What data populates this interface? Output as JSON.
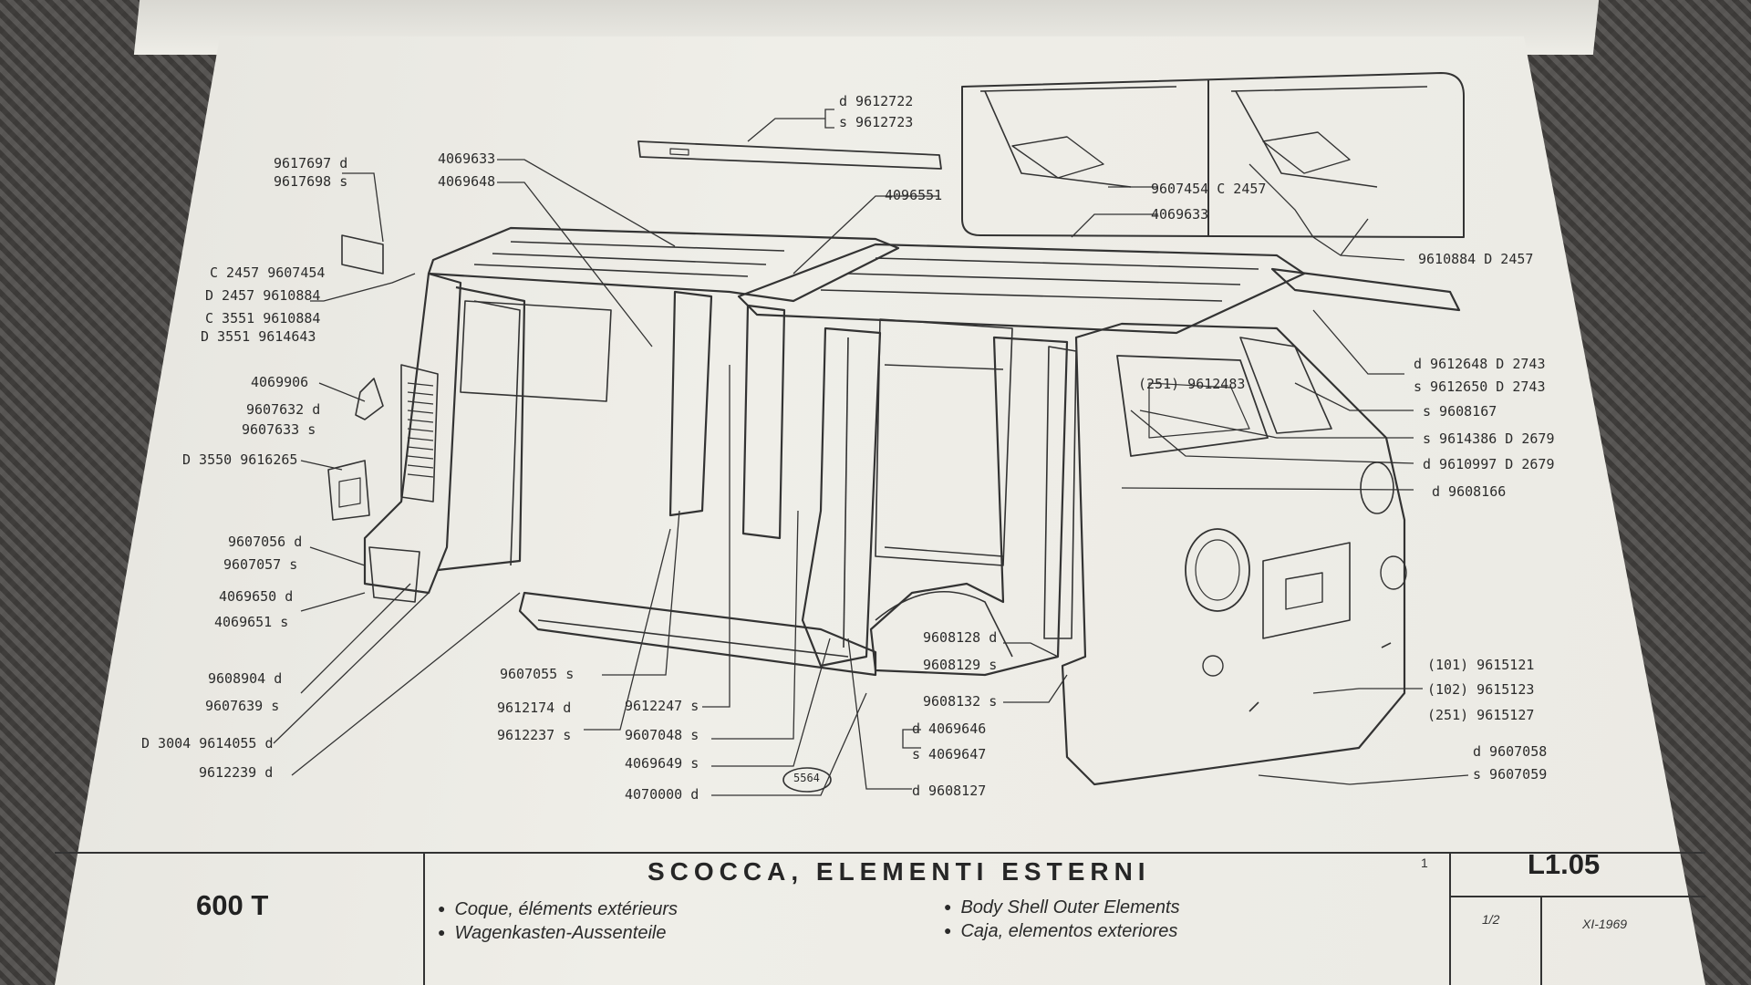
{
  "title_block": {
    "model": "600 T",
    "title": "SCOCCA, ELEMENTI ESTERNI",
    "sheet_code": "L1.05",
    "sheet_marker": "1",
    "page": "1/2",
    "date": "XI-1969",
    "subtitles": {
      "fr": "Coque, éléments extérieurs",
      "de": "Wagenkasten-Aussenteile",
      "en": "Body Shell Outer Elements",
      "es": "Caja, elementos exteriores"
    }
  },
  "drawing_number": "5564",
  "parts": [
    {
      "id": "p1",
      "text": "d  9612722"
    },
    {
      "id": "p2",
      "text": "s  9612723"
    },
    {
      "id": "p3",
      "text": "9617697  d"
    },
    {
      "id": "p4",
      "text": "9617698  s"
    },
    {
      "id": "p5",
      "text": "4069633"
    },
    {
      "id": "p6",
      "text": "4069648"
    },
    {
      "id": "p7",
      "text": "4096551"
    },
    {
      "id": "p8",
      "text": "C 2457  9607454"
    },
    {
      "id": "p9",
      "text": "D 2457  9610884"
    },
    {
      "id": "p10",
      "text": "C 3551  9610884"
    },
    {
      "id": "p11",
      "text": "D 3551  9614643"
    },
    {
      "id": "p12",
      "text": "4069906"
    },
    {
      "id": "p13",
      "text": "9607632  d"
    },
    {
      "id": "p14",
      "text": "9607633  s"
    },
    {
      "id": "p15",
      "text": "D 3550  9616265"
    },
    {
      "id": "p16",
      "text": "9607056  d"
    },
    {
      "id": "p17",
      "text": "9607057  s"
    },
    {
      "id": "p18",
      "text": "4069650  d"
    },
    {
      "id": "p19",
      "text": "4069651  s"
    },
    {
      "id": "p20",
      "text": "9608904  d"
    },
    {
      "id": "p21",
      "text": "9607639  s"
    },
    {
      "id": "p22",
      "text": "D 3004  9614055  d"
    },
    {
      "id": "p23",
      "text": "9612239  d"
    },
    {
      "id": "p24",
      "text": "9607055  s"
    },
    {
      "id": "p25",
      "text": "9612174  d"
    },
    {
      "id": "p26",
      "text": "9612237  s"
    },
    {
      "id": "p27",
      "text": "9612247  s"
    },
    {
      "id": "p28",
      "text": "9607048  s"
    },
    {
      "id": "p29",
      "text": "4069649  s"
    },
    {
      "id": "p30",
      "text": "4070000  d"
    },
    {
      "id": "p31",
      "text": "9608128  d"
    },
    {
      "id": "p32",
      "text": "9608129  s"
    },
    {
      "id": "p33",
      "text": "9608132  s"
    },
    {
      "id": "p34",
      "text": "d  4069646"
    },
    {
      "id": "p35",
      "text": "s  4069647"
    },
    {
      "id": "p36",
      "text": "d  9608127"
    },
    {
      "id": "p37",
      "text": "9607454  C 2457"
    },
    {
      "id": "p38",
      "text": "4069633"
    },
    {
      "id": "p39",
      "text": "9610884  D 2457"
    },
    {
      "id": "p40",
      "text": "d  9612648  D 2743"
    },
    {
      "id": "p41",
      "text": "s  9612650  D 2743"
    },
    {
      "id": "p42",
      "text": "(251)  9612483"
    },
    {
      "id": "p43",
      "text": "s  9608167"
    },
    {
      "id": "p44",
      "text": "s  9614386  D 2679"
    },
    {
      "id": "p45",
      "text": "d  9610997  D 2679"
    },
    {
      "id": "p46",
      "text": "d  9608166"
    },
    {
      "id": "p47",
      "text": "(101)  9615121"
    },
    {
      "id": "p48",
      "text": "(102)  9615123"
    },
    {
      "id": "p49",
      "text": "(251)  9615127"
    },
    {
      "id": "p50",
      "text": "d  9607058"
    },
    {
      "id": "p51",
      "text": "s  9607059"
    }
  ]
}
